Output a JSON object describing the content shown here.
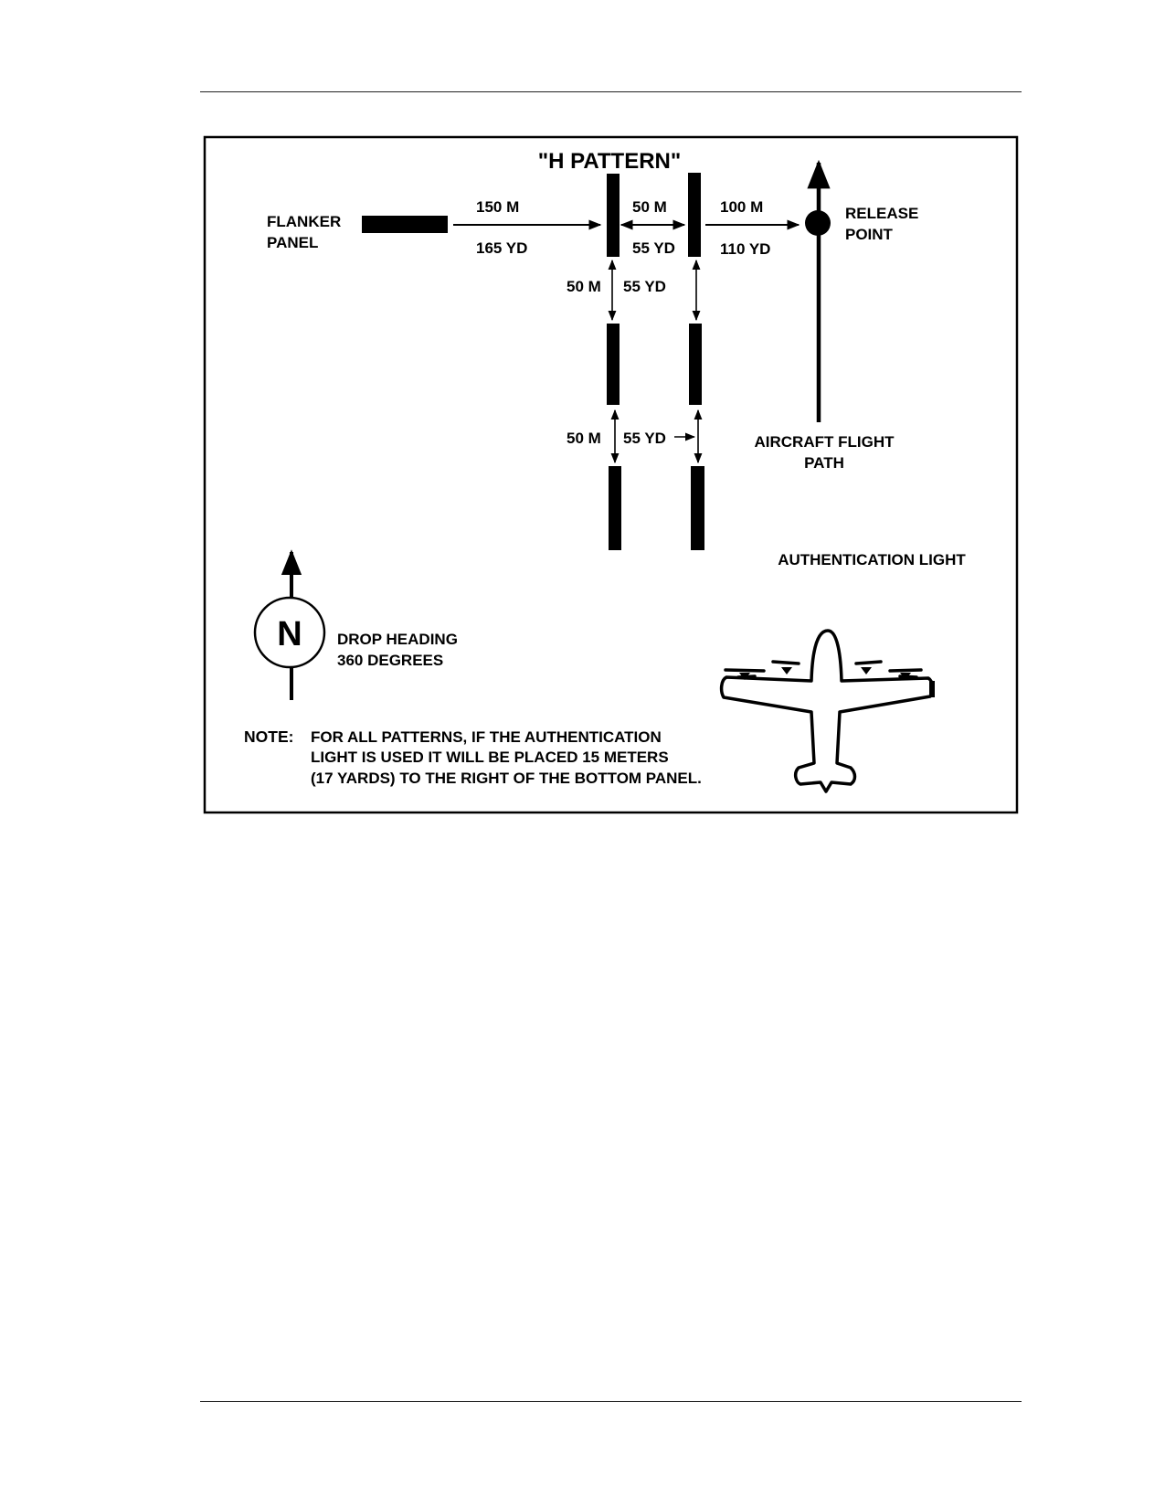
{
  "diagram": {
    "title": "\"H PATTERN\"",
    "flanker_panel": [
      "FLANKER",
      "PANEL"
    ],
    "distances": {
      "flanker_m": "150 M",
      "flanker_yd": "165 YD",
      "between_m": "50 M",
      "between_yd": "55 YD",
      "release_m": "100 M",
      "release_yd": "110 YD",
      "vertical1_m": "50 M",
      "vertical1_yd": "55 YD",
      "vertical2_m": "50 M",
      "vertical2_yd": "55 YD"
    },
    "release_point": [
      "RELEASE",
      "POINT"
    ],
    "flight_path": [
      "AIRCRAFT FLIGHT",
      "PATH"
    ],
    "authentication_light": "AUTHENTICATION LIGHT",
    "compass_letter": "N",
    "drop_heading": [
      "DROP HEADING",
      "360 DEGREES"
    ],
    "note": {
      "label": "NOTE:",
      "lines": [
        "FOR ALL PATTERNS, IF THE AUTHENTICATION",
        "LIGHT IS USED IT WILL BE PLACED 15 METERS",
        "(17 YARDS) TO THE RIGHT OF THE BOTTOM PANEL."
      ]
    },
    "icons": [
      "compass-icon",
      "aircraft-icon"
    ]
  }
}
